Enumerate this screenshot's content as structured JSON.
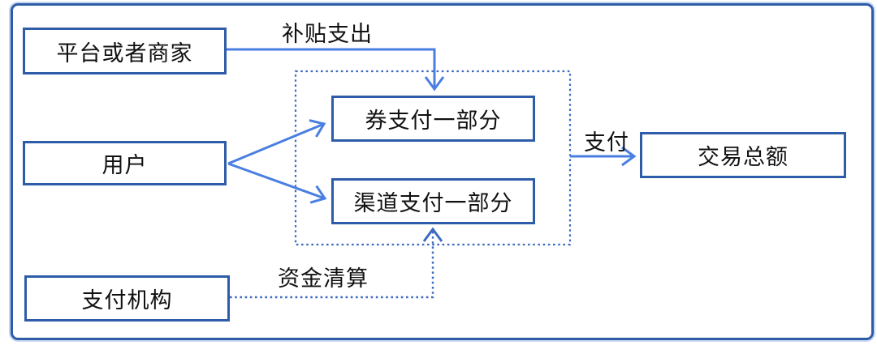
{
  "diagram": {
    "title": "payment-split-flow",
    "nodes": [
      {
        "id": "platform",
        "label": "平台或者商家"
      },
      {
        "id": "user",
        "label": "用户"
      },
      {
        "id": "voucher",
        "label": "券支付一部分"
      },
      {
        "id": "channel",
        "label": "渠道支付一部分"
      },
      {
        "id": "total",
        "label": "交易总额"
      },
      {
        "id": "payer",
        "label": "支付机构"
      }
    ],
    "group": {
      "members": [
        "voucher",
        "channel"
      ],
      "style": "dotted-rectangle"
    },
    "edges": [
      {
        "from": "platform",
        "to": "voucher",
        "label": "补贴支出",
        "style": "solid",
        "arrowhead": "open-chevron"
      },
      {
        "from": "user",
        "to": "voucher",
        "label": "",
        "style": "solid",
        "arrowhead": "open-chevron"
      },
      {
        "from": "user",
        "to": "channel",
        "label": "",
        "style": "solid",
        "arrowhead": "open-chevron"
      },
      {
        "from": "group",
        "to": "total",
        "label": "支付",
        "style": "solid",
        "arrowhead": "open-chevron"
      },
      {
        "from": "payer",
        "to": "channel",
        "label": "资金清算",
        "style": "dotted",
        "arrowhead": "open-chevron"
      }
    ],
    "colors": {
      "box_border": "#2e5ca8",
      "arrow": "#4a7fe1",
      "dotted": "#3c6ac0",
      "text": "#111111",
      "background": "#ffffff"
    }
  }
}
